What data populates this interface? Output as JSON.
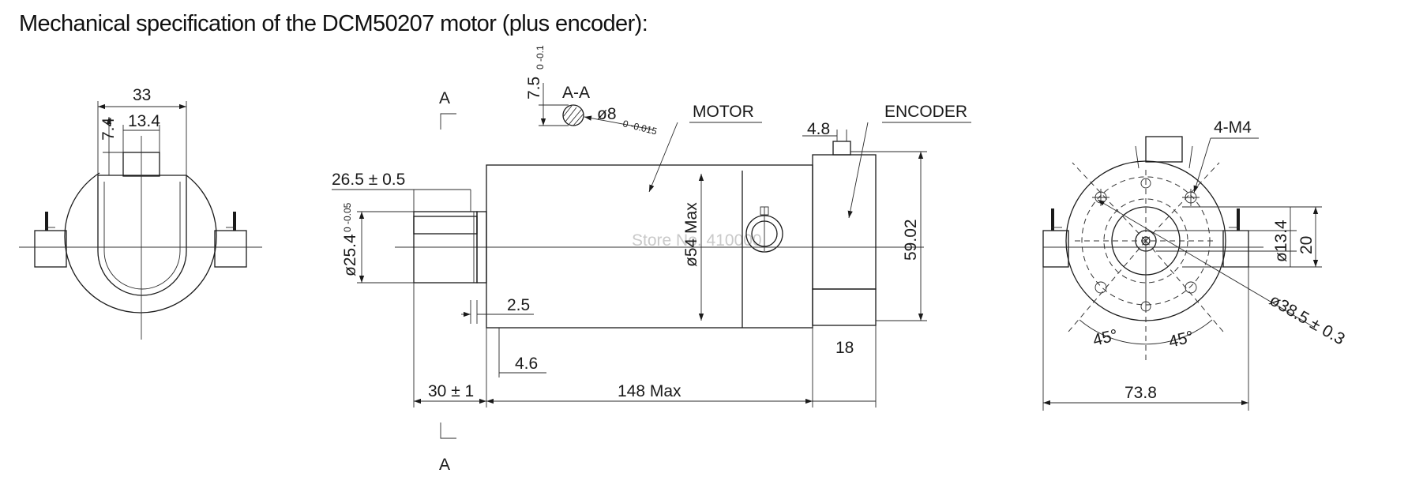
{
  "title": "Mechanical specification of the DCM50207 motor (plus encoder):",
  "watermark": "Store No. 410000",
  "labels": {
    "motor": "MOTOR",
    "encoder": "ENCODER",
    "section": "A-A",
    "section_marker": "A",
    "holes": "4-M4"
  },
  "dimensions": {
    "left_width": "33",
    "left_shaft_width": "13.4",
    "left_shaft_height": "7.4",
    "shaft_length": "26.5 ± 0.5",
    "shaft_diameter": "ø25.4",
    "shaft_diameter_tol": "0 -0.05",
    "flange_offset": "2.5",
    "flange_step": "4.6",
    "front_length": "30 ± 1",
    "body_length": "148 Max",
    "body_diameter": "ø54 Max",
    "encoder_length": "18",
    "encoder_key": "4.8",
    "overall_height": "59.02",
    "section_flat": "7.5",
    "section_flat_tol": "0 -0.1",
    "section_diameter": "ø8",
    "section_diameter_tol": "0 -0.015",
    "right_hub_diameter": "ø13.4",
    "right_hub_height": "20",
    "bolt_circle": "ø38.5 ± 0.3",
    "angle_left": "45°",
    "angle_right": "45°",
    "right_width": "73.8"
  }
}
